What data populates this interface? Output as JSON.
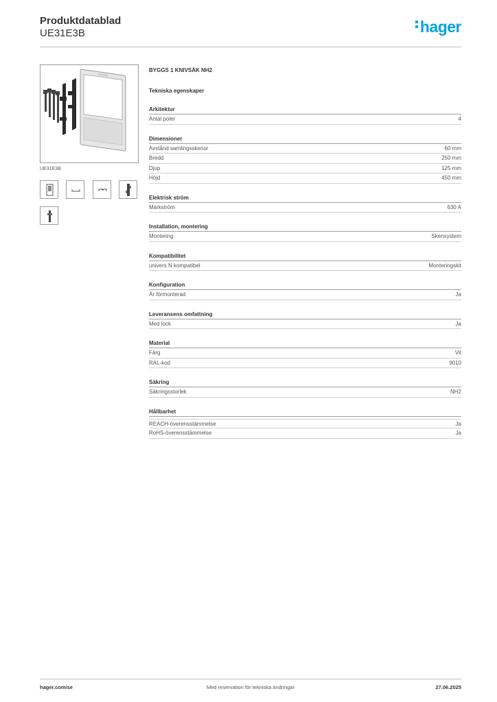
{
  "header": {
    "title": "Produktdatablad",
    "code": "UE31E3B",
    "logo_text": "hager",
    "logo_color": "#00a3df"
  },
  "image": {
    "caption": "UE31E3B"
  },
  "product": {
    "name": "BYGGS 1 KNIVSÄK NH2",
    "section": "Tekniska egenskaper"
  },
  "groups": [
    {
      "title": "Arkitektur",
      "rows": [
        {
          "k": "Antal poler",
          "v": "4"
        }
      ]
    },
    {
      "title": "Dimensioner",
      "rows": [
        {
          "k": "Avstånd samlingsskenor",
          "v": "60 mm"
        },
        {
          "k": "Bredd",
          "v": "250 mm"
        },
        {
          "k": "Djup",
          "v": "125 mm"
        },
        {
          "k": "Höjd",
          "v": "450 mm"
        }
      ]
    },
    {
      "title": "Elektrisk ström",
      "rows": [
        {
          "k": "Märkström",
          "v": "630 A"
        }
      ]
    },
    {
      "title": "Installation, montering",
      "rows": [
        {
          "k": "Montering",
          "v": "Skensystem"
        }
      ]
    },
    {
      "title": "Kompatibilitet",
      "rows": [
        {
          "k": "univers N kompatibel",
          "v": "Monteringskit"
        }
      ]
    },
    {
      "title": "Konfiguration",
      "rows": [
        {
          "k": "Är förmonterad",
          "v": "Ja"
        }
      ]
    },
    {
      "title": "Leveransens omfattning",
      "rows": [
        {
          "k": "Med lock",
          "v": "Ja"
        }
      ]
    },
    {
      "title": "Material",
      "rows": [
        {
          "k": "Färg",
          "v": "Vit"
        },
        {
          "k": "RAL-kod",
          "v": "9010"
        }
      ]
    },
    {
      "title": "Säkring",
      "rows": [
        {
          "k": "Säkringsstorlek",
          "v": "NH2"
        }
      ]
    },
    {
      "title": "Hållbarhet",
      "rows": [
        {
          "k": "REACH-överensstämmelse",
          "v": "Ja"
        },
        {
          "k": "RoHS-överensstämmelse",
          "v": "Ja"
        }
      ]
    }
  ],
  "footer": {
    "url": "hager.com/se",
    "note": "Med reservation för tekniska ändringar",
    "date": "27.06.2025"
  }
}
